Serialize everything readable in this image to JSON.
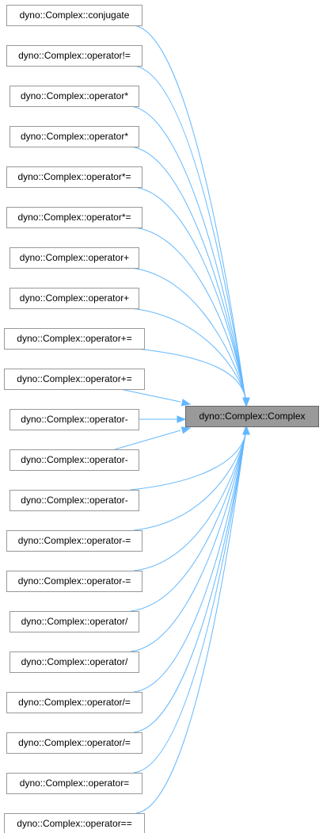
{
  "target": {
    "label": "dyno::Complex::Complex"
  },
  "callers": [
    {
      "label": "dyno::Complex::conjugate"
    },
    {
      "label": "dyno::Complex::operator!="
    },
    {
      "label": "dyno::Complex::operator*"
    },
    {
      "label": "dyno::Complex::operator*"
    },
    {
      "label": "dyno::Complex::operator*="
    },
    {
      "label": "dyno::Complex::operator*="
    },
    {
      "label": "dyno::Complex::operator+"
    },
    {
      "label": "dyno::Complex::operator+"
    },
    {
      "label": "dyno::Complex::operator+="
    },
    {
      "label": "dyno::Complex::operator+="
    },
    {
      "label": "dyno::Complex::operator-"
    },
    {
      "label": "dyno::Complex::operator-"
    },
    {
      "label": "dyno::Complex::operator-"
    },
    {
      "label": "dyno::Complex::operator-="
    },
    {
      "label": "dyno::Complex::operator-="
    },
    {
      "label": "dyno::Complex::operator/"
    },
    {
      "label": "dyno::Complex::operator/"
    },
    {
      "label": "dyno::Complex::operator/="
    },
    {
      "label": "dyno::Complex::operator/="
    },
    {
      "label": "dyno::Complex::operator="
    },
    {
      "label": "dyno::Complex::operator=="
    }
  ],
  "colors": {
    "edge": "#63b8ff",
    "node_border": "#999999",
    "target_fill": "#999999"
  }
}
